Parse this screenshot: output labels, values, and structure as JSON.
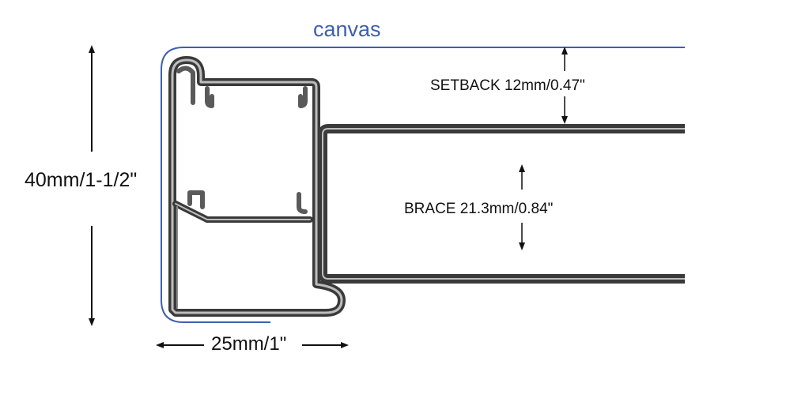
{
  "labels": {
    "canvas": "canvas",
    "height": "40mm/1-1/2\"",
    "width": "25mm/1\"",
    "setback": "SETBACK 12mm/0.47\"",
    "brace": "BRACE 21.3mm/0.84\""
  },
  "colors": {
    "canvas_line": "#3d5fb0",
    "profile_fill": "#5a5a5a",
    "profile_outline": "#3a3a3a",
    "arrows": "#111111"
  }
}
